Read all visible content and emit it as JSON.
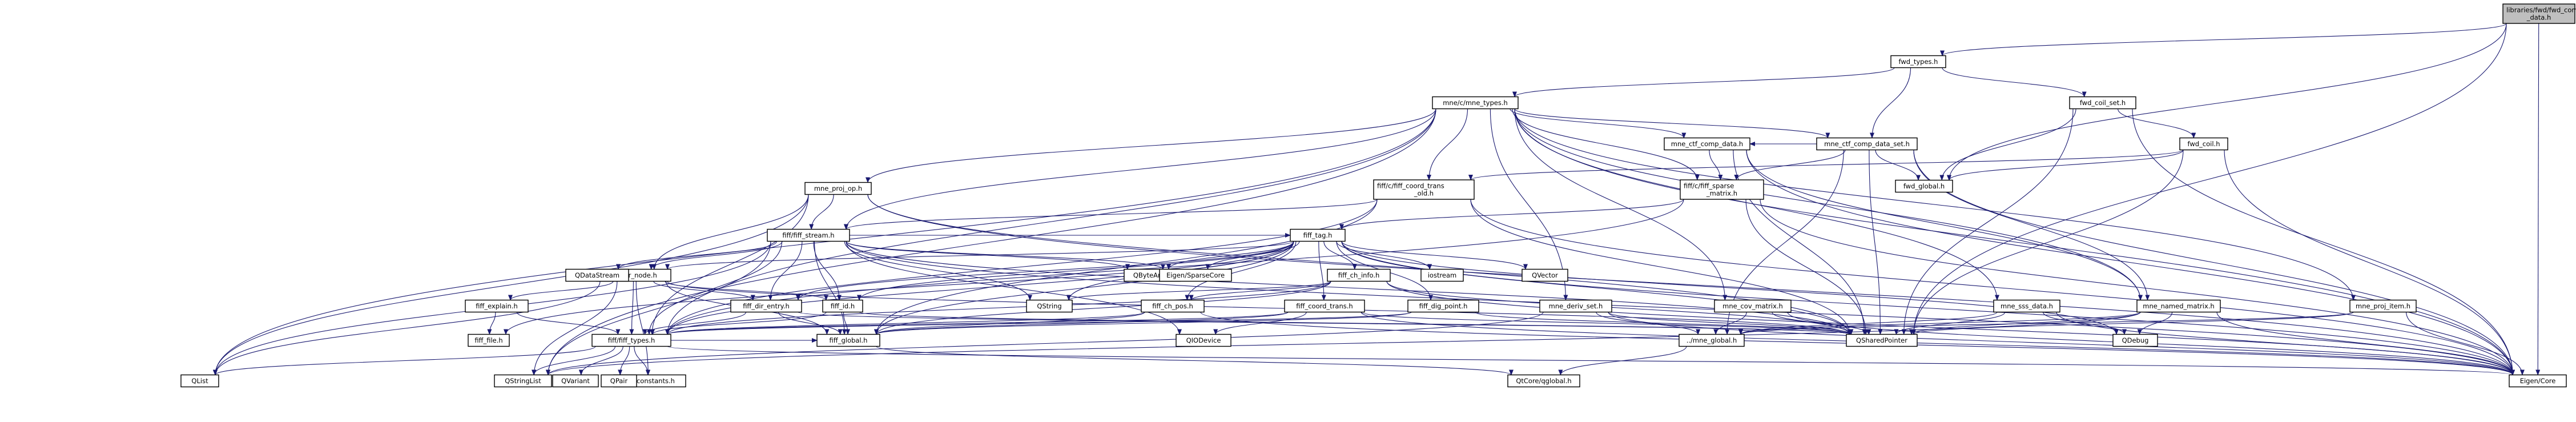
{
  "colors": {
    "root_fill": "#bfbfbf",
    "node_fill": "#ffffff",
    "external_fill": "#ffffff",
    "external_stroke": "#bfbfbf",
    "edge": "#191970",
    "text": "#000000"
  },
  "nodes": [
    {
      "id": "root",
      "lines": [
        "libraries/fwd/fwd_comp",
        "_data.h"
      ],
      "kind": "root"
    },
    {
      "id": "fwd_types",
      "lines": [
        "fwd_types.h"
      ]
    },
    {
      "id": "mne_types",
      "lines": [
        "mne/c/mne_types.h"
      ]
    },
    {
      "id": "fwd_coil_set",
      "lines": [
        "fwd_coil_set.h"
      ]
    },
    {
      "id": "mne_ctf_comp_data_set",
      "lines": [
        "mne_ctf_comp_data_set.h"
      ]
    },
    {
      "id": "mne_ctf_comp_data",
      "lines": [
        "mne_ctf_comp_data.h"
      ]
    },
    {
      "id": "fwd_coil",
      "lines": [
        "fwd_coil.h"
      ]
    },
    {
      "id": "fwd_global",
      "lines": [
        "fwd_global.h"
      ]
    },
    {
      "id": "fiff_sparse_matrix",
      "lines": [
        "fiff/c/fiff_sparse",
        "_matrix.h"
      ]
    },
    {
      "id": "fiff_coord_trans_old",
      "lines": [
        "fiff/c/fiff_coord_trans",
        "_old.h"
      ]
    },
    {
      "id": "mne_proj_op",
      "lines": [
        "mne_proj_op.h"
      ]
    },
    {
      "id": "fiff_stream",
      "lines": [
        "fiff/fiff_stream.h"
      ]
    },
    {
      "id": "fiff_tag",
      "lines": [
        "fiff_tag.h"
      ]
    },
    {
      "id": "fiff_dir_node",
      "lines": [
        "fiff_dir_node.h"
      ]
    },
    {
      "id": "fiff_ch_info",
      "lines": [
        "fiff_ch_info.h"
      ]
    },
    {
      "id": "fiff_explain",
      "lines": [
        "fiff_explain.h"
      ]
    },
    {
      "id": "fiff_dir_entry",
      "lines": [
        "fiff_dir_entry.h"
      ]
    },
    {
      "id": "fiff_id",
      "lines": [
        "fiff_id.h"
      ]
    },
    {
      "id": "fiff_ch_pos",
      "lines": [
        "fiff_ch_pos.h"
      ]
    },
    {
      "id": "fiff_coord_trans",
      "lines": [
        "fiff_coord_trans.h"
      ]
    },
    {
      "id": "fiff_dig_point",
      "lines": [
        "fiff_dig_point.h"
      ]
    },
    {
      "id": "mne_deriv_set",
      "lines": [
        "mne_deriv_set.h"
      ]
    },
    {
      "id": "mne_cov_matrix",
      "lines": [
        "mne_cov_matrix.h"
      ]
    },
    {
      "id": "mne_sss_data",
      "lines": [
        "mne_sss_data.h"
      ]
    },
    {
      "id": "mne_named_matrix",
      "lines": [
        "mne_named_matrix.h"
      ]
    },
    {
      "id": "mne_proj_item",
      "lines": [
        "mne_proj_item.h"
      ]
    },
    {
      "id": "fiff_file",
      "lines": [
        "fiff_file.h"
      ]
    },
    {
      "id": "fiff_types",
      "lines": [
        "fiff/fiff_types.h"
      ]
    },
    {
      "id": "fiff_global",
      "lines": [
        "fiff_global.h"
      ]
    },
    {
      "id": "mne_global",
      "lines": [
        "../mne_global.h"
      ]
    },
    {
      "id": "fiff_constants",
      "lines": [
        "fiff_constants.h"
      ]
    },
    {
      "id": "QDataStream",
      "lines": [
        "QDataStream"
      ],
      "kind": "external"
    },
    {
      "id": "QByteArray",
      "lines": [
        "QByteArray"
      ],
      "kind": "external"
    },
    {
      "id": "EigenSparseCore",
      "lines": [
        "Eigen/SparseCore"
      ],
      "kind": "external"
    },
    {
      "id": "iostream",
      "lines": [
        "iostream"
      ],
      "kind": "external"
    },
    {
      "id": "QVector",
      "lines": [
        "QVector"
      ],
      "kind": "external"
    },
    {
      "id": "QString",
      "lines": [
        "QString"
      ],
      "kind": "external"
    },
    {
      "id": "QSharedPointer",
      "lines": [
        "QSharedPointer"
      ],
      "kind": "external"
    },
    {
      "id": "QIODevice",
      "lines": [
        "QIODevice"
      ],
      "kind": "external"
    },
    {
      "id": "QDebug",
      "lines": [
        "QDebug"
      ],
      "kind": "external"
    },
    {
      "id": "QList",
      "lines": [
        "QList"
      ],
      "kind": "external"
    },
    {
      "id": "QStringList",
      "lines": [
        "QStringList"
      ],
      "kind": "external"
    },
    {
      "id": "QVariant",
      "lines": [
        "QVariant"
      ],
      "kind": "external"
    },
    {
      "id": "QPair",
      "lines": [
        "QPair"
      ],
      "kind": "external"
    },
    {
      "id": "QtCoreglobal",
      "lines": [
        "QtCore/qglobal.h"
      ],
      "kind": "external"
    },
    {
      "id": "EigenCore",
      "lines": [
        "Eigen/Core"
      ],
      "kind": "external"
    }
  ],
  "edges": [
    [
      "root",
      "fwd_types"
    ],
    [
      "root",
      "fwd_global"
    ],
    [
      "root",
      "QSharedPointer"
    ],
    [
      "root",
      "EigenCore"
    ],
    [
      "fwd_types",
      "mne_types"
    ],
    [
      "fwd_types",
      "fwd_coil_set"
    ],
    [
      "fwd_types",
      "mne_ctf_comp_data_set"
    ],
    [
      "mne_types",
      "mne_ctf_comp_data_set"
    ],
    [
      "mne_types",
      "mne_ctf_comp_data"
    ],
    [
      "mne_types",
      "fiff_sparse_matrix"
    ],
    [
      "mne_types",
      "fiff_coord_trans_old"
    ],
    [
      "mne_types",
      "mne_proj_op"
    ],
    [
      "mne_types",
      "fiff_stream"
    ],
    [
      "mne_types",
      "mne_named_matrix"
    ],
    [
      "mne_types",
      "mne_deriv_set"
    ],
    [
      "mne_types",
      "mne_cov_matrix"
    ],
    [
      "mne_types",
      "mne_sss_data"
    ],
    [
      "mne_types",
      "mne_proj_item"
    ],
    [
      "mne_types",
      "fiff_types"
    ],
    [
      "mne_types",
      "QList"
    ],
    [
      "mne_types",
      "QStringList"
    ],
    [
      "mne_types",
      "EigenCore"
    ],
    [
      "fwd_coil_set",
      "fwd_coil"
    ],
    [
      "fwd_coil_set",
      "fwd_global"
    ],
    [
      "fwd_coil_set",
      "QSharedPointer"
    ],
    [
      "fwd_coil_set",
      "EigenCore"
    ],
    [
      "fwd_coil",
      "fwd_global"
    ],
    [
      "fwd_coil",
      "fiff_coord_trans_old"
    ],
    [
      "fwd_coil",
      "QSharedPointer"
    ],
    [
      "fwd_coil",
      "EigenCore"
    ],
    [
      "mne_ctf_comp_data_set",
      "mne_ctf_comp_data"
    ],
    [
      "mne_ctf_comp_data_set",
      "fiff_sparse_matrix"
    ],
    [
      "mne_ctf_comp_data_set",
      "mne_named_matrix"
    ],
    [
      "mne_ctf_comp_data_set",
      "fwd_global"
    ],
    [
      "mne_ctf_comp_data_set",
      "mne_global"
    ],
    [
      "mne_ctf_comp_data_set",
      "QSharedPointer"
    ],
    [
      "mne_ctf_comp_data_set",
      "EigenCore"
    ],
    [
      "mne_ctf_comp_data",
      "fiff_sparse_matrix"
    ],
    [
      "mne_ctf_comp_data",
      "mne_named_matrix"
    ],
    [
      "mne_ctf_comp_data",
      "QSharedPointer"
    ],
    [
      "mne_ctf_comp_data",
      "EigenCore"
    ],
    [
      "fiff_sparse_matrix",
      "fiff_types"
    ],
    [
      "fiff_sparse_matrix",
      "EigenCore"
    ],
    [
      "fiff_sparse_matrix",
      "QSharedPointer"
    ],
    [
      "fiff_sparse_matrix",
      "fiff_tag"
    ],
    [
      "fiff_coord_trans_old",
      "fiff_stream"
    ],
    [
      "fiff_coord_trans_old",
      "fiff_global"
    ],
    [
      "fiff_coord_trans_old",
      "fiff_types"
    ],
    [
      "fiff_coord_trans_old",
      "QSharedPointer"
    ],
    [
      "fiff_coord_trans_old",
      "EigenCore"
    ],
    [
      "mne_proj_op",
      "fiff_stream"
    ],
    [
      "mne_proj_op",
      "fiff_types"
    ],
    [
      "mne_proj_op",
      "fiff_dir_node"
    ],
    [
      "mne_proj_op",
      "QList"
    ],
    [
      "mne_proj_op",
      "QSharedPointer"
    ],
    [
      "mne_proj_op",
      "EigenCore"
    ],
    [
      "fiff_stream",
      "fiff_tag"
    ],
    [
      "fiff_stream",
      "fiff_dir_node"
    ],
    [
      "fiff_stream",
      "fiff_dir_entry"
    ],
    [
      "fiff_stream",
      "fiff_id"
    ],
    [
      "fiff_stream",
      "fiff_types"
    ],
    [
      "fiff_stream",
      "fiff_global"
    ],
    [
      "fiff_stream",
      "QDataStream"
    ],
    [
      "fiff_stream",
      "QByteArray"
    ],
    [
      "fiff_stream",
      "EigenSparseCore"
    ],
    [
      "fiff_stream",
      "QString"
    ],
    [
      "fiff_stream",
      "QSharedPointer"
    ],
    [
      "fiff_stream",
      "QList"
    ],
    [
      "fiff_stream",
      "QStringList"
    ],
    [
      "fiff_stream",
      "QIODevice"
    ],
    [
      "fiff_stream",
      "EigenCore"
    ],
    [
      "fiff_tag",
      "fiff_types"
    ],
    [
      "fiff_tag",
      "fiff_global"
    ],
    [
      "fiff_tag",
      "fiff_id"
    ],
    [
      "fiff_tag",
      "fiff_ch_info"
    ],
    [
      "fiff_tag",
      "fiff_ch_pos"
    ],
    [
      "fiff_tag",
      "fiff_coord_trans"
    ],
    [
      "fiff_tag",
      "fiff_dig_point"
    ],
    [
      "fiff_tag",
      "fiff_dir_node"
    ],
    [
      "fiff_tag",
      "fiff_dir_entry"
    ],
    [
      "fiff_tag",
      "fiff_file"
    ],
    [
      "fiff_tag",
      "QByteArray"
    ],
    [
      "fiff_tag",
      "EigenSparseCore"
    ],
    [
      "fiff_tag",
      "iostream"
    ],
    [
      "fiff_tag",
      "QVector"
    ],
    [
      "fiff_tag",
      "QString"
    ],
    [
      "fiff_tag",
      "QSharedPointer"
    ],
    [
      "fiff_tag",
      "QDebug"
    ],
    [
      "fiff_tag",
      "EigenCore"
    ],
    [
      "fiff_dir_node",
      "fiff_dir_entry"
    ],
    [
      "fiff_dir_node",
      "fiff_id"
    ],
    [
      "fiff_dir_node",
      "fiff_types"
    ],
    [
      "fiff_dir_node",
      "fiff_explain"
    ],
    [
      "fiff_dir_node",
      "fiff_global"
    ],
    [
      "fiff_dir_node",
      "fiff_constants"
    ],
    [
      "fiff_dir_node",
      "QList"
    ],
    [
      "fiff_dir_node",
      "QStringList"
    ],
    [
      "fiff_dir_node",
      "QSharedPointer"
    ],
    [
      "fiff_ch_info",
      "fiff_ch_pos"
    ],
    [
      "fiff_ch_info",
      "fiff_types"
    ],
    [
      "fiff_ch_info",
      "fiff_global"
    ],
    [
      "fiff_ch_info",
      "QString"
    ],
    [
      "fiff_ch_info",
      "QSharedPointer"
    ],
    [
      "fiff_ch_info",
      "EigenCore"
    ],
    [
      "fiff_explain",
      "fiff_file"
    ],
    [
      "fiff_explain",
      "fiff_types"
    ],
    [
      "fiff_dir_entry",
      "fiff_types"
    ],
    [
      "fiff_dir_entry",
      "fiff_global"
    ],
    [
      "fiff_dir_entry",
      "QSharedPointer"
    ],
    [
      "fiff_id",
      "fiff_types"
    ],
    [
      "fiff_id",
      "fiff_global"
    ],
    [
      "fiff_id",
      "QSharedPointer"
    ],
    [
      "fiff_ch_pos",
      "fiff_types"
    ],
    [
      "fiff_ch_pos",
      "fiff_global"
    ],
    [
      "fiff_ch_pos",
      "EigenCore"
    ],
    [
      "fiff_coord_trans",
      "fiff_types"
    ],
    [
      "fiff_coord_trans",
      "fiff_global"
    ],
    [
      "fiff_coord_trans",
      "QIODevice"
    ],
    [
      "fiff_coord_trans",
      "QSharedPointer"
    ],
    [
      "fiff_coord_trans",
      "EigenCore"
    ],
    [
      "fiff_dig_point",
      "fiff_types"
    ],
    [
      "fiff_dig_point",
      "fiff_global"
    ],
    [
      "fiff_dig_point",
      "QSharedPointer"
    ],
    [
      "mne_deriv_set",
      "mne_global"
    ],
    [
      "mne_deriv_set",
      "QSharedPointer"
    ],
    [
      "mne_deriv_set",
      "EigenCore"
    ],
    [
      "mne_deriv_set",
      "QStringList"
    ],
    [
      "mne_cov_matrix",
      "mne_global"
    ],
    [
      "mne_cov_matrix",
      "QSharedPointer"
    ],
    [
      "mne_cov_matrix",
      "EigenCore"
    ],
    [
      "mne_sss_data",
      "mne_global"
    ],
    [
      "mne_sss_data",
      "QSharedPointer"
    ],
    [
      "mne_sss_data",
      "QDebug"
    ],
    [
      "mne_sss_data",
      "EigenCore"
    ],
    [
      "mne_named_matrix",
      "mne_global"
    ],
    [
      "mne_named_matrix",
      "QSharedPointer"
    ],
    [
      "mne_named_matrix",
      "QDebug"
    ],
    [
      "mne_named_matrix",
      "QStringList"
    ],
    [
      "mne_named_matrix",
      "EigenCore"
    ],
    [
      "mne_proj_item",
      "mne_global"
    ],
    [
      "mne_proj_item",
      "QSharedPointer"
    ],
    [
      "mne_proj_item",
      "EigenCore"
    ],
    [
      "fiff_types",
      "fiff_global"
    ],
    [
      "fiff_types",
      "fiff_constants"
    ],
    [
      "fiff_types",
      "QList"
    ],
    [
      "fiff_types",
      "QStringList"
    ],
    [
      "fiff_types",
      "QVariant"
    ],
    [
      "fiff_types",
      "QPair"
    ],
    [
      "fiff_types",
      "EigenCore"
    ],
    [
      "fiff_global",
      "QtCoreglobal"
    ],
    [
      "mne_global",
      "QtCoreglobal"
    ]
  ]
}
